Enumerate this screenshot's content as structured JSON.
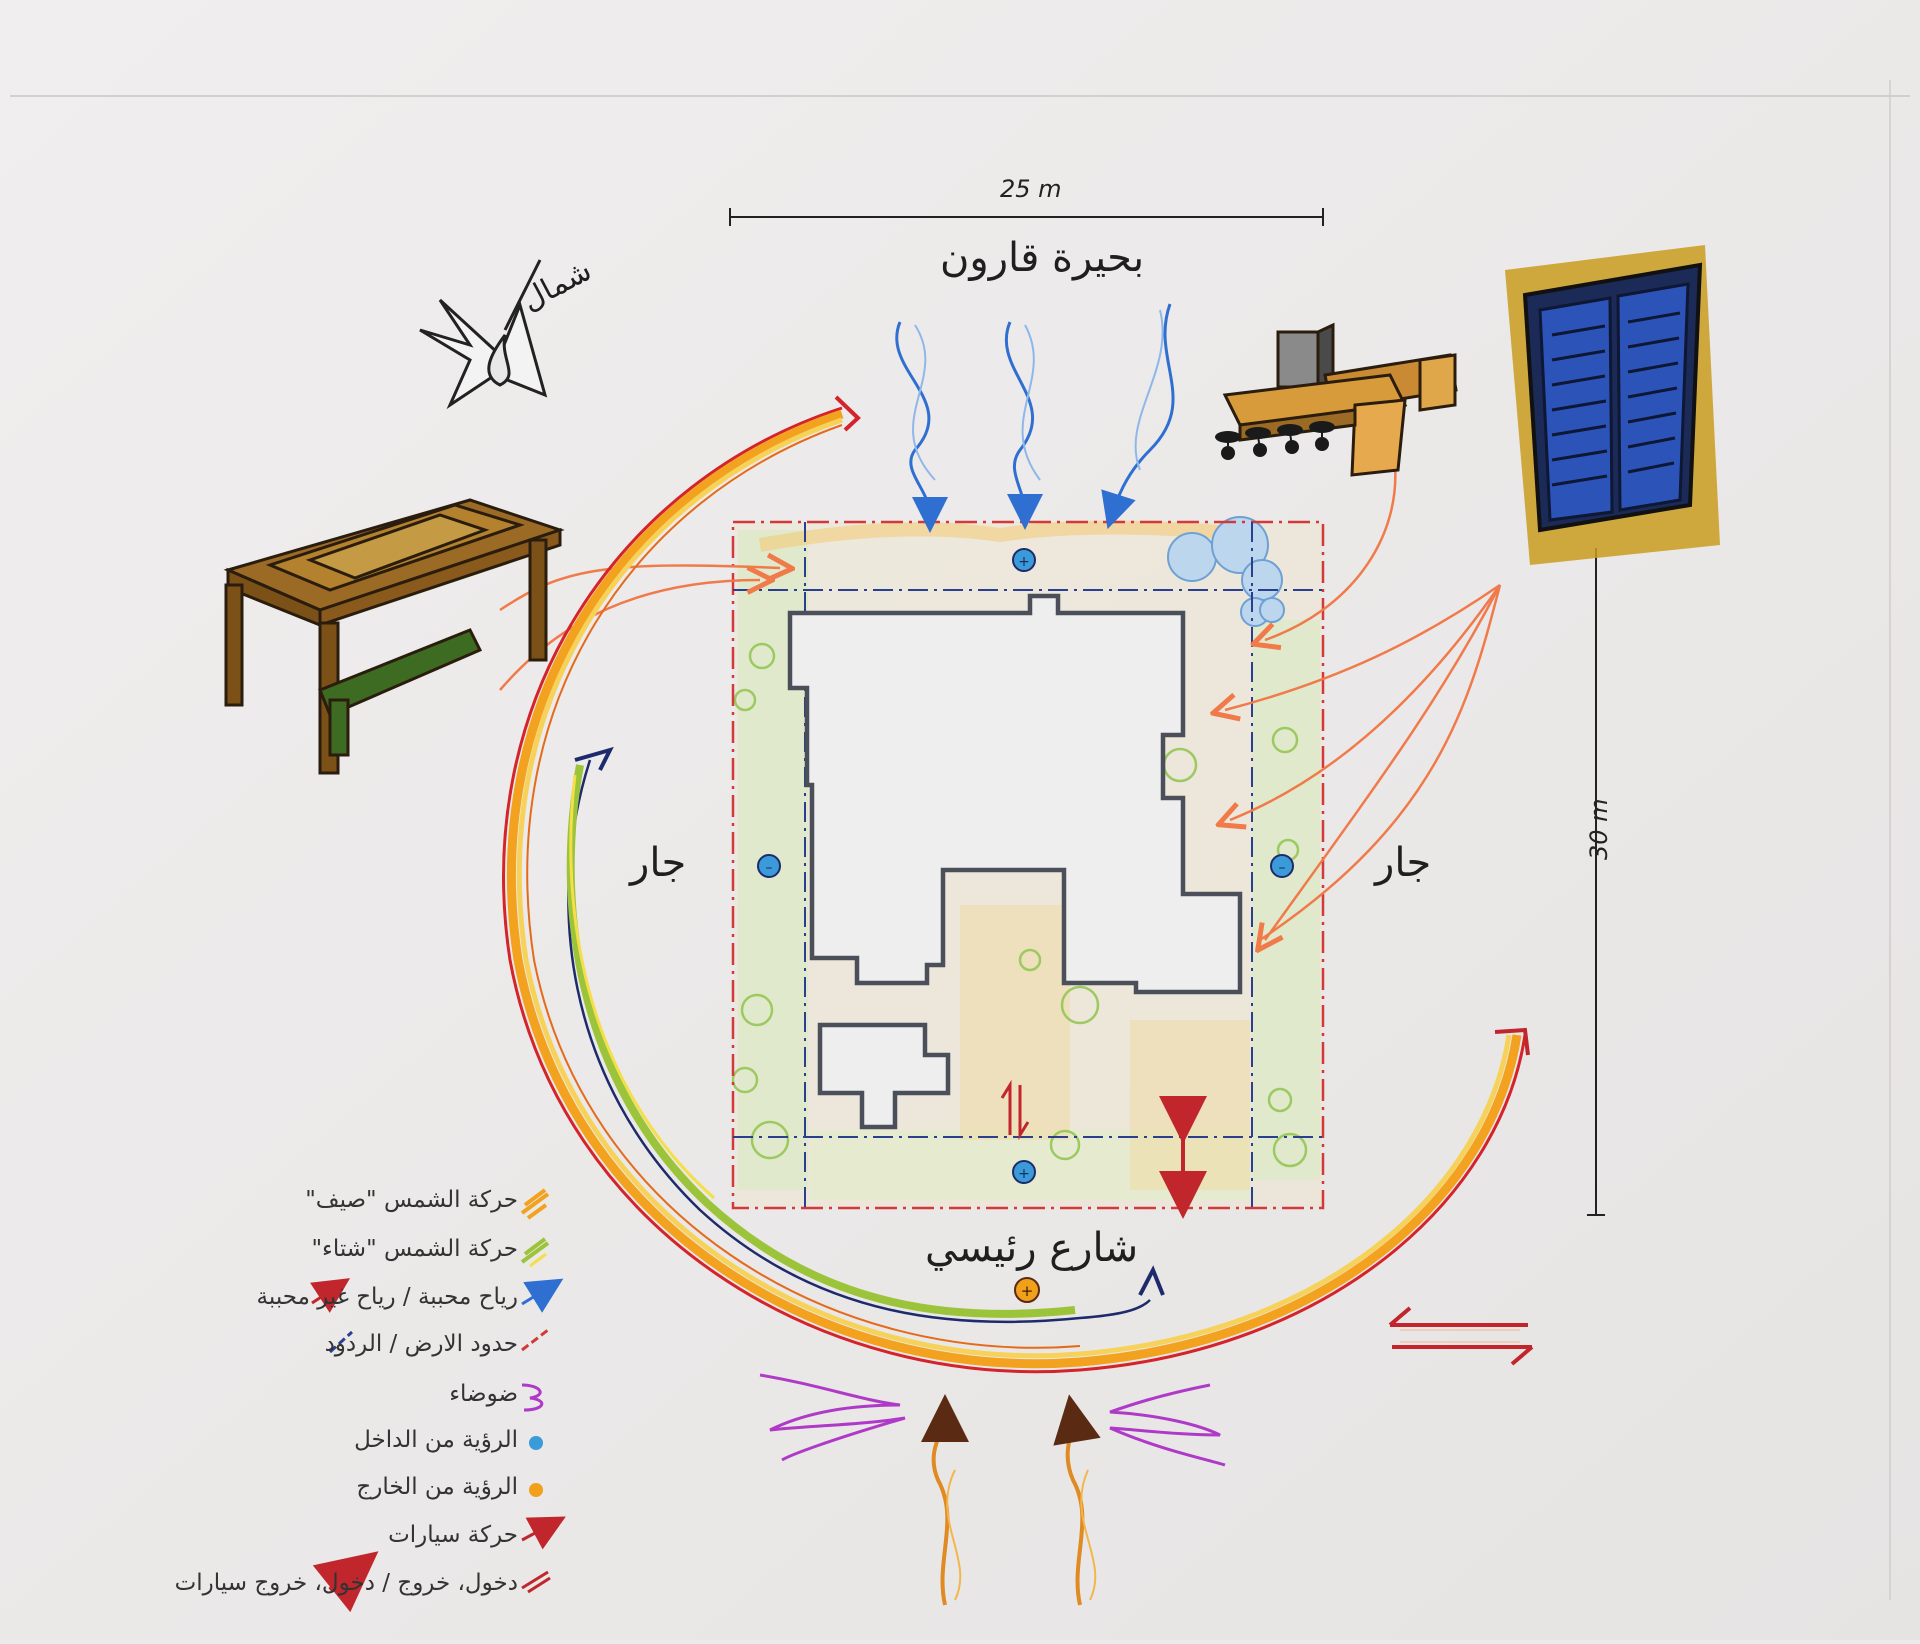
{
  "dimensions": {
    "width": "25 m",
    "height": "30 m"
  },
  "labels": {
    "lake": "بحيرة قارون",
    "north": "شمال",
    "neighbor_left": "جار",
    "neighbor_right": "جار",
    "main_street": "شارع رئيسي"
  },
  "legend": [
    {
      "text": "حركة الشمس \"صيف\"",
      "icon": "summer-sun-stroke"
    },
    {
      "text": "حركة الشمس \"شتاء\"",
      "icon": "winter-sun-stroke"
    },
    {
      "text": "رياح محببة / رياح غير محببة",
      "icon": "wind-arrows"
    },
    {
      "text": "حدود الارض / الردود",
      "icon": "boundary-lines"
    },
    {
      "text": "ضوضاء",
      "icon": "noise-squiggle"
    },
    {
      "text": "الرؤية من الداخل",
      "icon": "blue-dot"
    },
    {
      "text": "الرؤية من الخارج",
      "icon": "orange-dot"
    },
    {
      "text": "حركة سيارات",
      "icon": "car-arrow"
    },
    {
      "text": "دخول، خروج / دخول، خروج سيارات",
      "icon": "entry-arrows"
    }
  ],
  "colors": {
    "summer_sun": "#f2a21e",
    "winter_sun": "#9bc43a",
    "wind_good": "#2f6fd1",
    "wind_bad": "#f07a4a",
    "boundary": "#d23a3a",
    "setback": "#2a3f8f",
    "noise": "#b03ac8",
    "view_inside": "#3b9ad8",
    "view_outside": "#f1a01a",
    "car": "#c0262c"
  }
}
